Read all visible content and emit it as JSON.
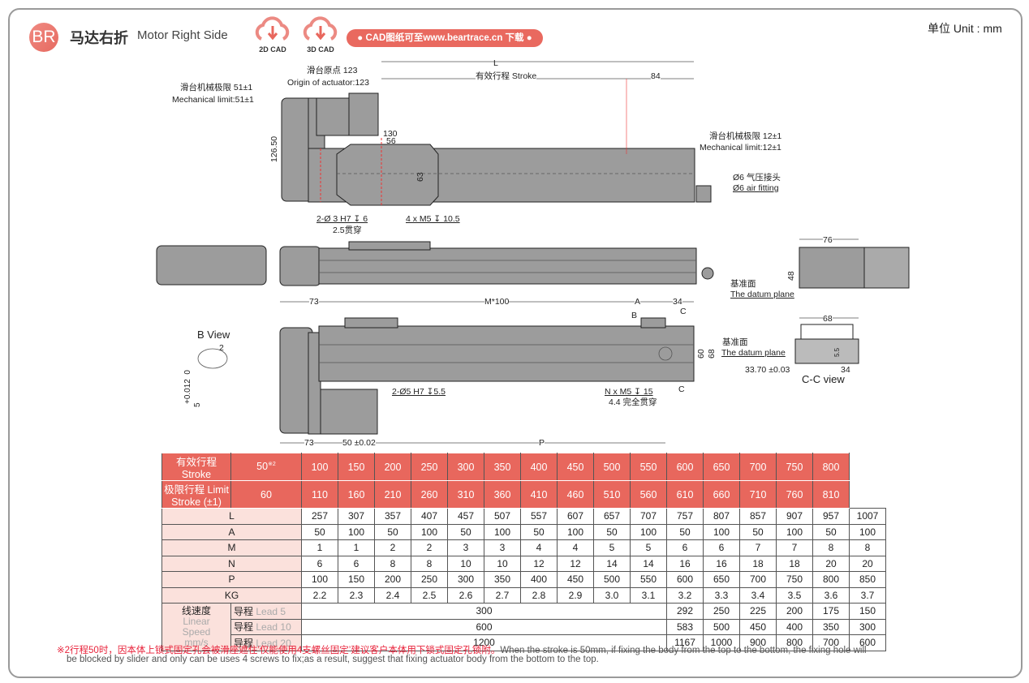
{
  "header": {
    "badge": "BR",
    "title_cn": "马达右折",
    "title_en": "Motor Right Side",
    "cad2d": "2D CAD",
    "cad3d": "3D CAD",
    "cad_link": "● CAD图纸可至www.beartrace.cn 下载 ●",
    "unit": "单位  Unit : mm"
  },
  "drawing": {
    "L": "L",
    "stroke": "有效行程 Stroke",
    "d84": "84",
    "origin_cn": "滑台原点 123",
    "origin_en": "Origin of actuator:123",
    "mech51_cn": "滑台机械极限 51±1",
    "mech51_en": "Mechanical limit:51±1",
    "h12650": "126.50",
    "d130": "130",
    "d56": "56",
    "d63": "63",
    "pin": "2-Ø 3 H7 ↧ 6",
    "pin_thru": "2.5贯穿",
    "m5": "4 x  M5 ↧ 10.5",
    "mech12_cn": "滑台机械极限 12±1",
    "mech12_en": "Mechanical limit:12±1",
    "air_cn": "Ø6 气压接头",
    "air_en": "Ø6 air fitting",
    "d76": "76",
    "d48": "48",
    "datum_cn": "基准面",
    "datum_en": "The datum plane",
    "d73a": "73",
    "m100": "M*100",
    "A": "A",
    "d34": "34",
    "C": "C",
    "B": "B",
    "d60": "60",
    "d68": "68",
    "pin5": "2-Ø5 H7 ↧5.5",
    "nm5": "N x M5 ↧ 15",
    "nm5_thru": "4.4 完全贯穿",
    "d73b": "73",
    "d50": "50 ±0.02",
    "P": "P",
    "bview": "B View",
    "b2": "2",
    "btol": "+0.012  0",
    "b5": "5",
    "cc68": "68",
    "cc3370": "33.70 ±0.03",
    "cc34": "34",
    "ccview": "C-C view",
    "cc55": "5.5"
  },
  "table": {
    "stroke_label": "有效行程  Stroke",
    "stroke": [
      "50",
      "100",
      "150",
      "200",
      "250",
      "300",
      "350",
      "400",
      "450",
      "500",
      "550",
      "600",
      "650",
      "700",
      "750",
      "800"
    ],
    "stroke_note": "※2",
    "limit_label": "极限行程  Limit Stroke (±1)",
    "limit": [
      "60",
      "110",
      "160",
      "210",
      "260",
      "310",
      "360",
      "410",
      "460",
      "510",
      "560",
      "610",
      "660",
      "710",
      "760",
      "810"
    ],
    "rows": [
      {
        "label": "L",
        "values": [
          "257",
          "307",
          "357",
          "407",
          "457",
          "507",
          "557",
          "607",
          "657",
          "707",
          "757",
          "807",
          "857",
          "907",
          "957",
          "1007"
        ]
      },
      {
        "label": "A",
        "values": [
          "50",
          "100",
          "50",
          "100",
          "50",
          "100",
          "50",
          "100",
          "50",
          "100",
          "50",
          "100",
          "50",
          "100",
          "50",
          "100"
        ]
      },
      {
        "label": "M",
        "values": [
          "1",
          "1",
          "2",
          "2",
          "3",
          "3",
          "4",
          "4",
          "5",
          "5",
          "6",
          "6",
          "7",
          "7",
          "8",
          "8"
        ]
      },
      {
        "label": "N",
        "values": [
          "6",
          "6",
          "8",
          "8",
          "10",
          "10",
          "12",
          "12",
          "14",
          "14",
          "16",
          "16",
          "18",
          "18",
          "20",
          "20"
        ]
      },
      {
        "label": "P",
        "values": [
          "100",
          "150",
          "200",
          "250",
          "300",
          "350",
          "400",
          "450",
          "500",
          "550",
          "600",
          "650",
          "700",
          "750",
          "800",
          "850"
        ]
      },
      {
        "label": "KG",
        "values": [
          "2.2",
          "2.3",
          "2.4",
          "2.5",
          "2.6",
          "2.7",
          "2.8",
          "2.9",
          "3.0",
          "3.1",
          "3.2",
          "3.3",
          "3.4",
          "3.5",
          "3.6",
          "3.7"
        ]
      }
    ],
    "speed_cn": "线速度",
    "speed_en1": "Linear",
    "speed_en2": "Speed",
    "speed_unit": "mm/s",
    "speed": [
      {
        "lead_cn": "导程",
        "lead_en": "Lead 5",
        "merged": "300",
        "values": [
          "292",
          "250",
          "225",
          "200",
          "175",
          "150"
        ]
      },
      {
        "lead_cn": "导程",
        "lead_en": "Lead 10",
        "merged": "600",
        "values": [
          "583",
          "500",
          "450",
          "400",
          "350",
          "300"
        ]
      },
      {
        "lead_cn": "导程",
        "lead_en": "Lead 20",
        "merged": "1200",
        "values": [
          "1167",
          "1000",
          "900",
          "800",
          "700",
          "600"
        ]
      }
    ]
  },
  "footnote": {
    "cn": "※2行程50时，因本体上锁式固定孔会被滑座遮住’仅能使用4支螺丝固定’建议客户本体用下锁式固定孔锁附。",
    "en1": "When the stroke is 50mm, if fixing the body from the top to the bottom, the fixing hole will",
    "en2": "be blocked by slider and only can be uses 4 screws to fix;as a result, suggest that fixing actuator body from the bottom to the top."
  },
  "colors": {
    "accent": "#e8675d",
    "row_header": "#fbe1dc",
    "note": "#e8223a"
  }
}
